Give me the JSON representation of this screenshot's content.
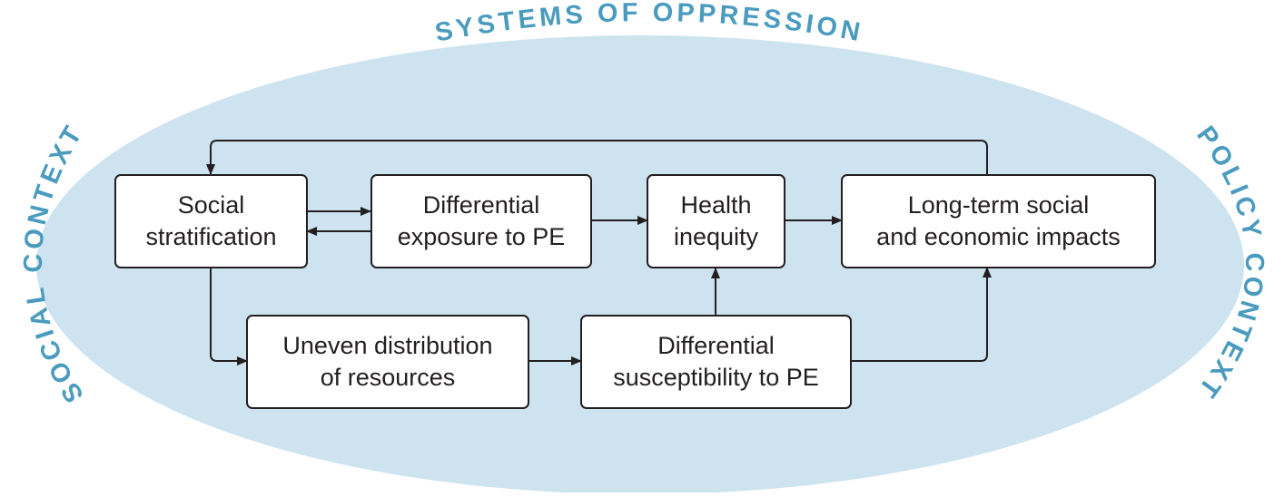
{
  "colors": {
    "ellipse_fill": "#cde3ef",
    "context_text": "#4a9bbf",
    "line": "#231f20"
  },
  "context": {
    "top": "SYSTEMS OF OPPRESSION",
    "left": "SOCIAL CONTEXT",
    "right": "POLICY CONTEXT"
  },
  "nodes": {
    "social_stratification": [
      "Social",
      "stratification"
    ],
    "differential_exposure": [
      "Differential",
      "exposure to PE"
    ],
    "health_inequity": [
      "Health",
      "inequity"
    ],
    "long_term_impacts": [
      "Long-term social",
      "and economic impacts"
    ],
    "uneven_distribution": [
      "Uneven distribution",
      "of resources"
    ],
    "differential_susceptibility": [
      "Differential",
      "susceptibility to PE"
    ]
  },
  "edges": [
    {
      "from": "social_stratification",
      "to": "differential_exposure"
    },
    {
      "from": "differential_exposure",
      "to": "social_stratification"
    },
    {
      "from": "differential_exposure",
      "to": "health_inequity"
    },
    {
      "from": "health_inequity",
      "to": "long_term_impacts"
    },
    {
      "from": "long_term_impacts",
      "to": "social_stratification"
    },
    {
      "from": "social_stratification",
      "to": "uneven_distribution"
    },
    {
      "from": "uneven_distribution",
      "to": "differential_susceptibility"
    },
    {
      "from": "differential_susceptibility",
      "to": "health_inequity"
    },
    {
      "from": "differential_susceptibility",
      "to": "long_term_impacts"
    }
  ]
}
